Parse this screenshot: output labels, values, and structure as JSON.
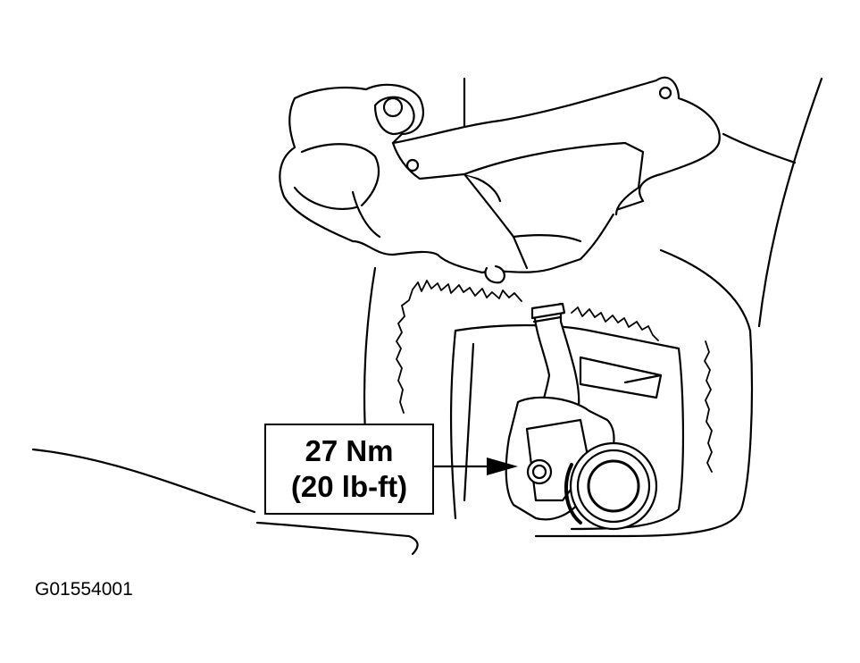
{
  "callout": {
    "torque_metric": "27 Nm",
    "torque_imperial": "(20 lb-ft)"
  },
  "figure_id": "G01554001",
  "colors": {
    "ink": "#000000",
    "paper": "#ffffff"
  },
  "icons": [
    "arrow-right-icon"
  ]
}
